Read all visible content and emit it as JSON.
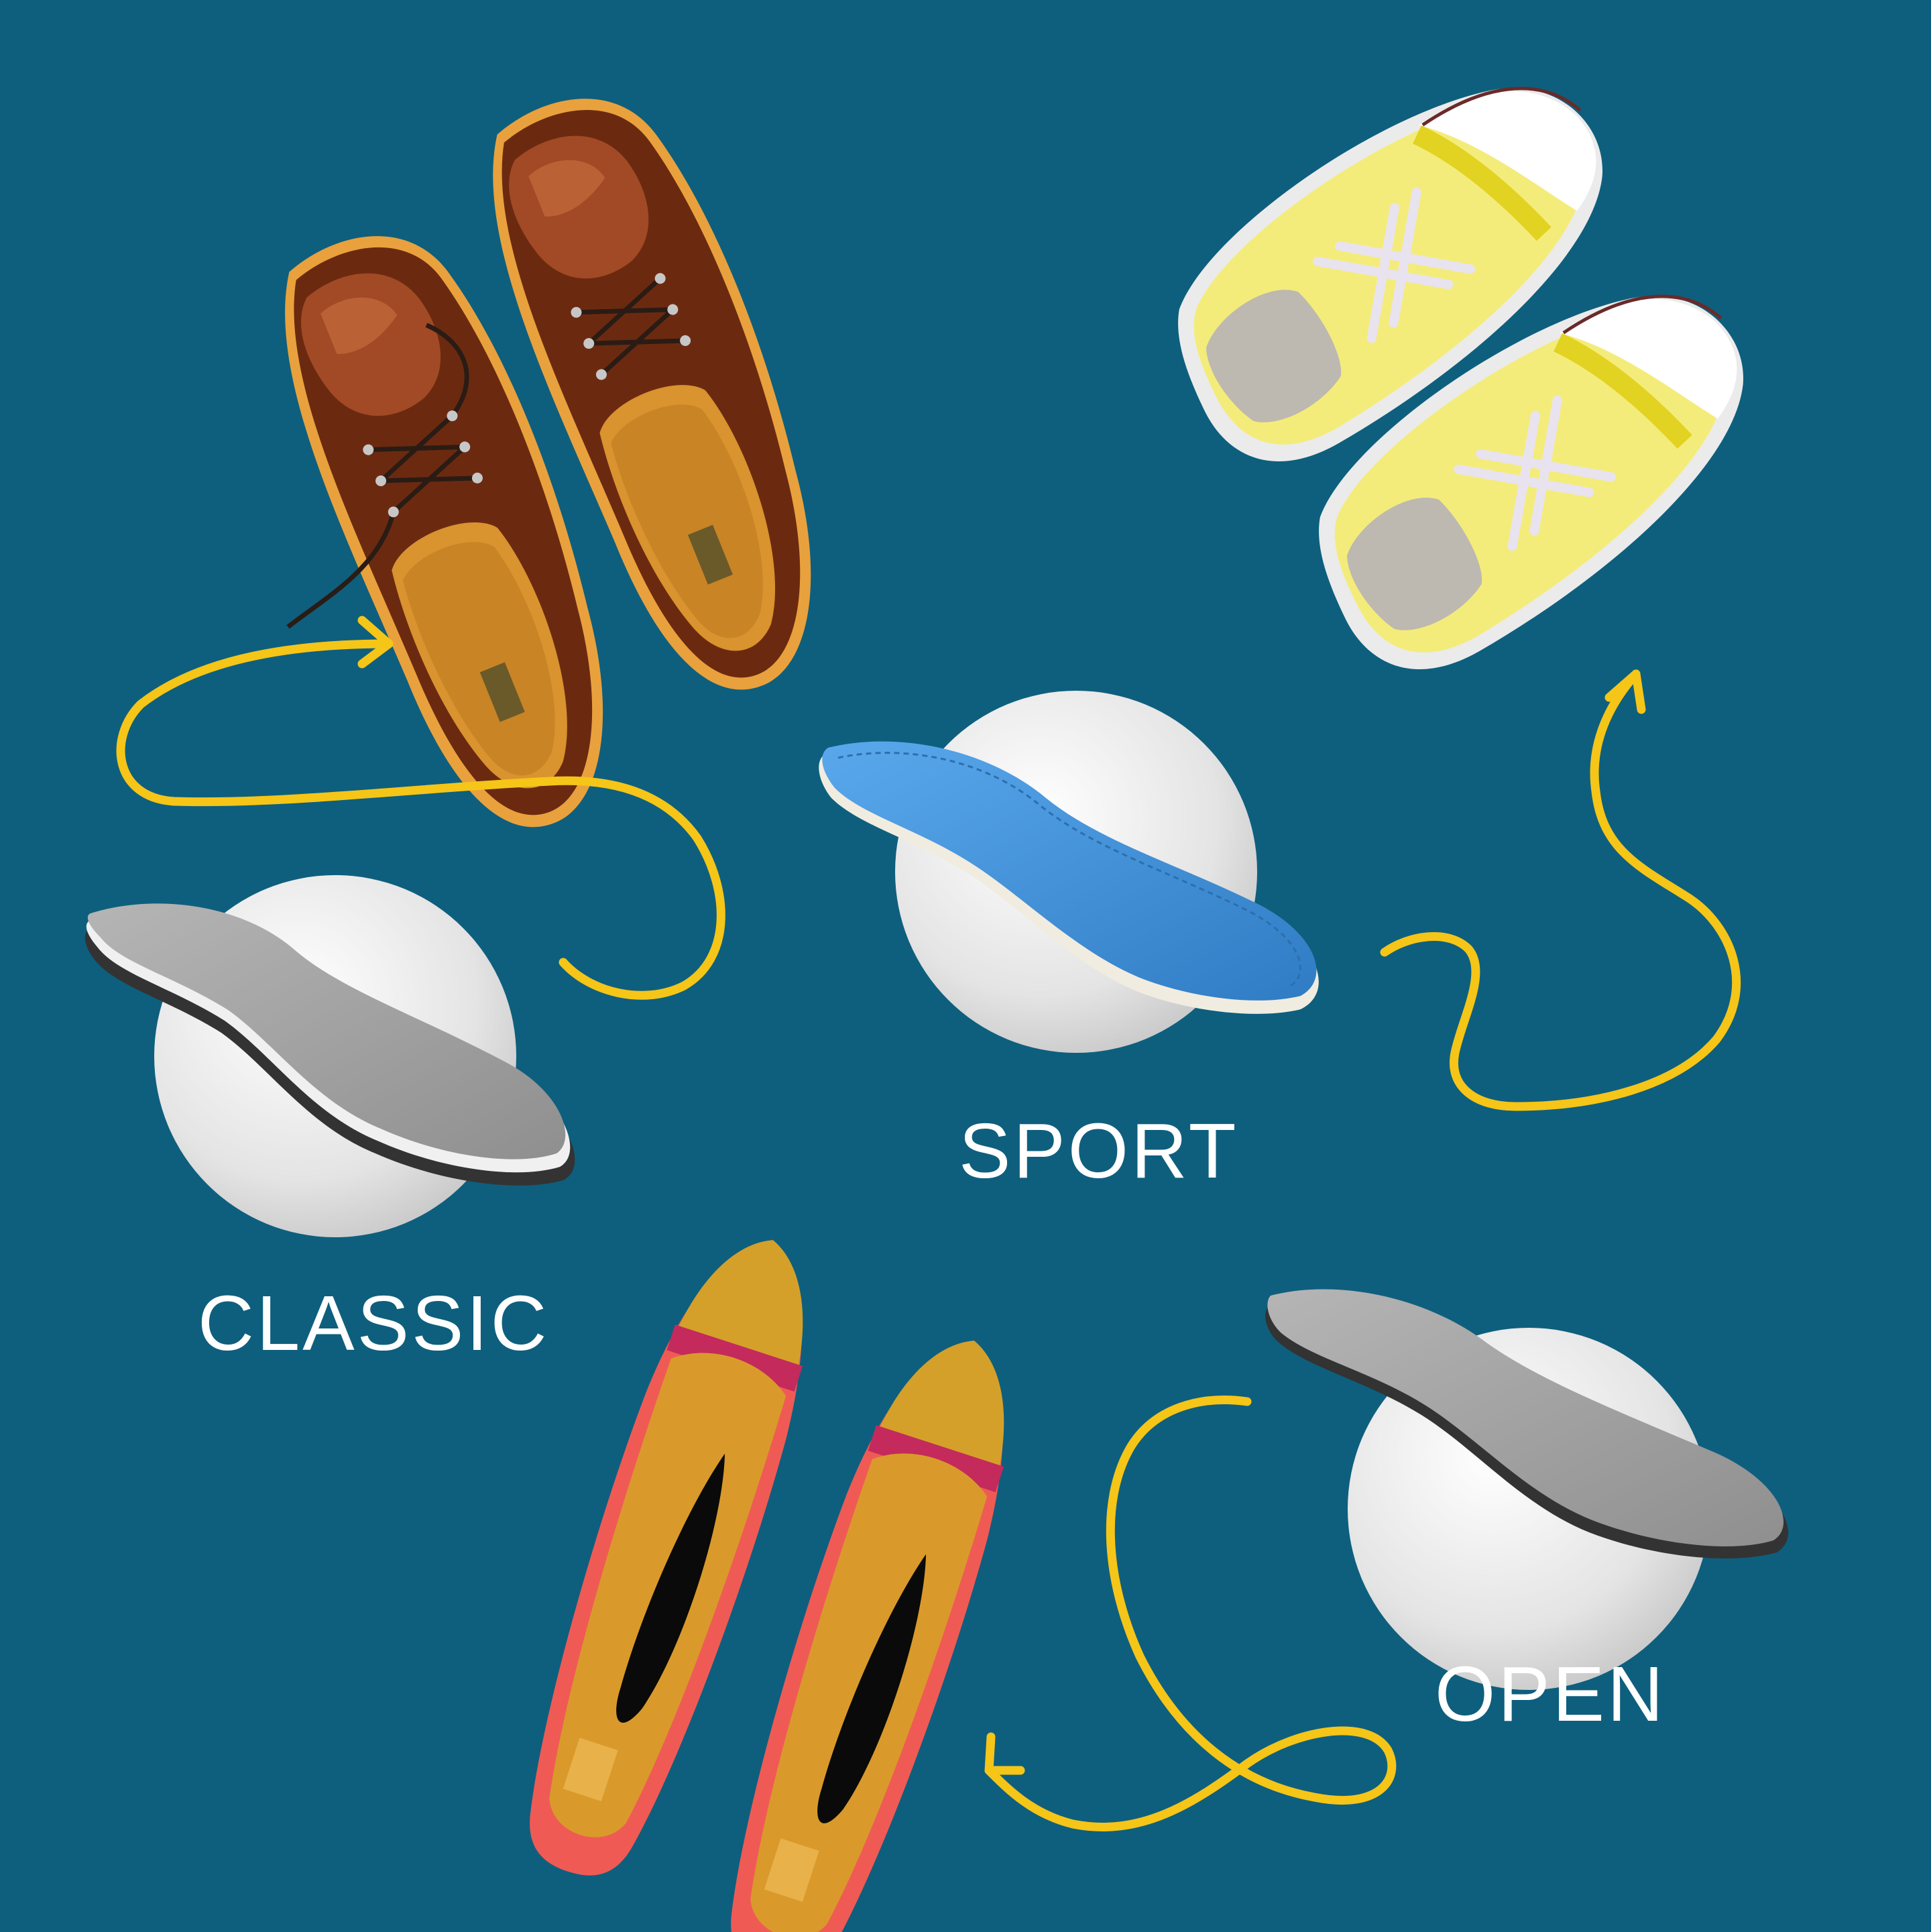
{
  "labels": {
    "sport": "SPORT",
    "classic": "CLASSIC",
    "open": "OPEN"
  },
  "colors": {
    "background": "#0e5f7d",
    "arrow": "#f5c518",
    "disc": "#e6e6e6",
    "insole_grey": "#a3a3a3",
    "insole_blue": "#3c8fd6",
    "shoe_brown": "#6b2a10",
    "shoe_yellow": "#f4ec7a",
    "shoe_pink": "#f05a55"
  },
  "icons": [
    "brown-oxford-shoes-icon",
    "yellow-sneakers-icon",
    "pink-flat-shoes-icon",
    "grey-insole-icon",
    "blue-sport-insole-icon",
    "curly-arrow-icon"
  ]
}
